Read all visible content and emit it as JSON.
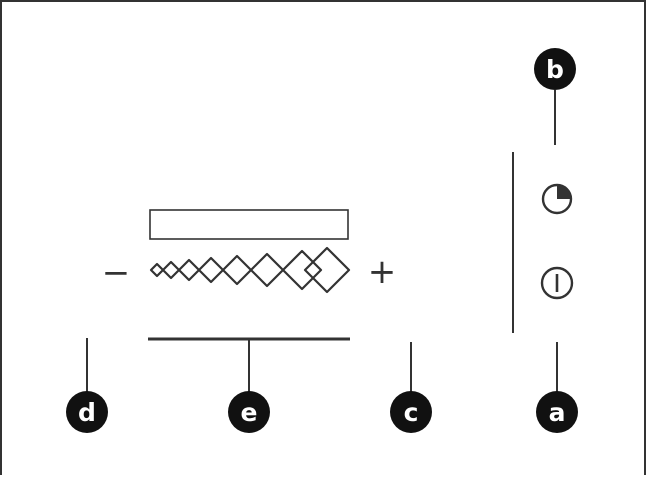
{
  "colors": {
    "ink": "#333333",
    "callout_fill": "#111111",
    "callout_text": "#ffffff",
    "background": "#ffffff"
  },
  "level_control": {
    "minus_symbol": "−",
    "plus_symbol": "+",
    "steps": 7
  },
  "buttons": {
    "timer_icon": "timer-icon",
    "power_icon": "power-icon"
  },
  "callouts": {
    "a": "a",
    "b": "b",
    "c": "c",
    "d": "d",
    "e": "e"
  }
}
